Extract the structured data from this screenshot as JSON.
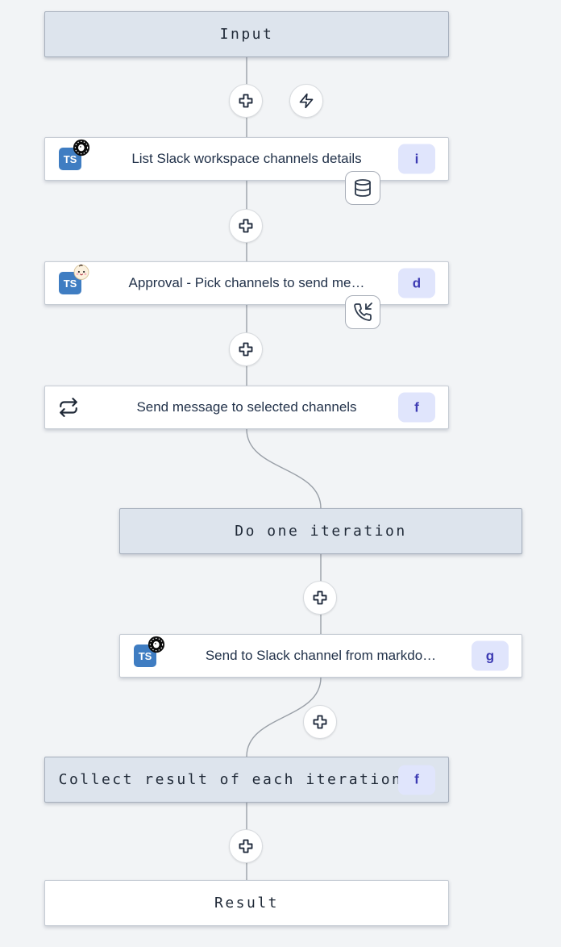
{
  "flow": {
    "input": {
      "label": "Input"
    },
    "step_list_channels": {
      "title": "List Slack workspace channels details",
      "id_badge": "i",
      "language_badge": "TS",
      "runtime_icon": "deno-icon",
      "indicator_icon": "database-cache-icon"
    },
    "step_approval": {
      "title": "Approval - Pick channels to send me…",
      "id_badge": "d",
      "language_badge": "TS",
      "runtime_icon": "bun-icon",
      "indicator_icon": "phone-incoming-suspend-icon"
    },
    "step_forloop": {
      "title": "Send message to selected channels",
      "id_badge": "f",
      "icon": "repeat-loop-icon"
    },
    "iteration": {
      "label": "Do one iteration"
    },
    "step_send_markdown": {
      "title": "Send to Slack channel from markdo…",
      "id_badge": "g",
      "language_badge": "TS",
      "runtime_icon": "deno-icon"
    },
    "collect": {
      "label": "Collect result of each iteration",
      "id_badge": "f"
    },
    "result": {
      "label": "Result"
    }
  },
  "buttons": {
    "insert_step": "plus-icon",
    "add_trigger": "zap-icon"
  },
  "colors": {
    "canvas_bg": "#f2f4f6",
    "virtual_node_bg": "#dde4ed",
    "white_node_bg": "#ffffff",
    "node_border": "#c6ccd4",
    "id_badge_bg": "#e0e5fc",
    "id_badge_text": "#3d3bb3",
    "typescript_blue": "#3f7dc2",
    "edge_line": "#9aa0a8",
    "text_dark": "#1f2937"
  }
}
